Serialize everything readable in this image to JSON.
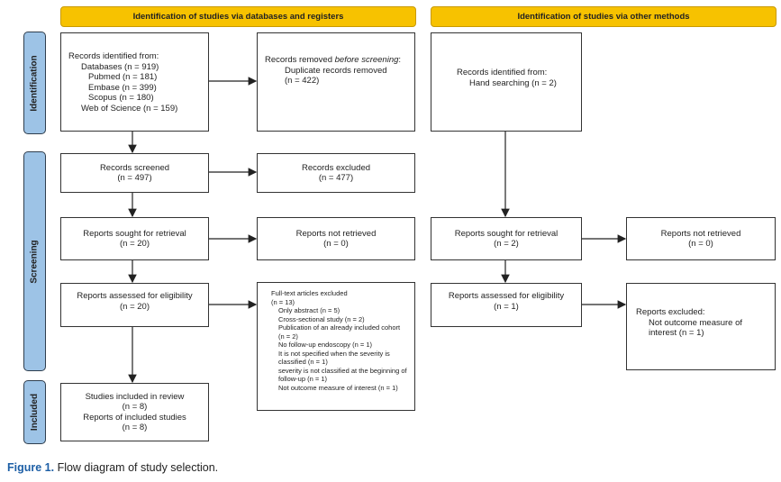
{
  "headers": {
    "databases": "Identification of studies via databases and registers",
    "other": "Identification of studies via other methods"
  },
  "phases": {
    "identification": "Identification",
    "screening": "Screening",
    "included": "Included"
  },
  "colors": {
    "header": "#f7c200",
    "phase": "#9dc3e6",
    "caption_label": "#1d5fa6"
  },
  "db": {
    "identified": {
      "title": "Records identified from:",
      "lines": [
        "Databases (n = 919)",
        "Pubmed (n = 181)",
        "Embase (n = 399)",
        "Scopus (n = 180)",
        "Web of Science (n = 159)"
      ]
    },
    "removed": {
      "title": "Records removed ",
      "title_em": "before screening",
      "title_end": ":",
      "line1": "Duplicate records removed",
      "line2": "(n = 422)"
    },
    "screened": {
      "title": "Records screened",
      "n": "(n = 497)"
    },
    "excluded": {
      "title": "Records excluded",
      "n": "(n = 477)"
    },
    "sought": {
      "title": "Reports sought for retrieval",
      "n": "(n = 20)"
    },
    "not_retrieved": {
      "title": "Reports not retrieved",
      "n": "(n = 0)"
    },
    "assessed": {
      "title": "Reports assessed for eligibility",
      "n": "(n = 20)"
    },
    "fulltext_excluded": {
      "title": "Full-text articles excluded",
      "n": "(n = 13)",
      "reasons": [
        "Only abstract (n = 5)",
        "Cross-sectional study (n = 2)",
        "Publication of an already included cohort (n = 2)",
        "No follow-up endoscopy (n = 1)",
        "It is not specified when the severity is classified (n = 1)",
        "severity is not classified at the beginning of follow-up (n = 1)",
        "Not outcome measure of interest (n = 1)"
      ]
    },
    "included": {
      "studies": "Studies included in review",
      "studies_n": "(n = 8)",
      "reports": "Reports of included studies",
      "reports_n": "(n = 8)"
    }
  },
  "other": {
    "identified": {
      "title": "Records identified from:",
      "line": "Hand searching (n = 2)"
    },
    "sought": {
      "title": "Reports sought for retrieval",
      "n": "(n = 2)"
    },
    "not_retrieved": {
      "title": "Reports not retrieved",
      "n": "(n = 0)"
    },
    "assessed": {
      "title": "Reports assessed for eligibility",
      "n": "(n = 1)"
    },
    "excluded": {
      "title": "Reports excluded:",
      "reason": "Not outcome measure of interest (n = 1)"
    }
  },
  "caption": {
    "label": "Figure 1.",
    "text": " Flow diagram of study selection."
  }
}
